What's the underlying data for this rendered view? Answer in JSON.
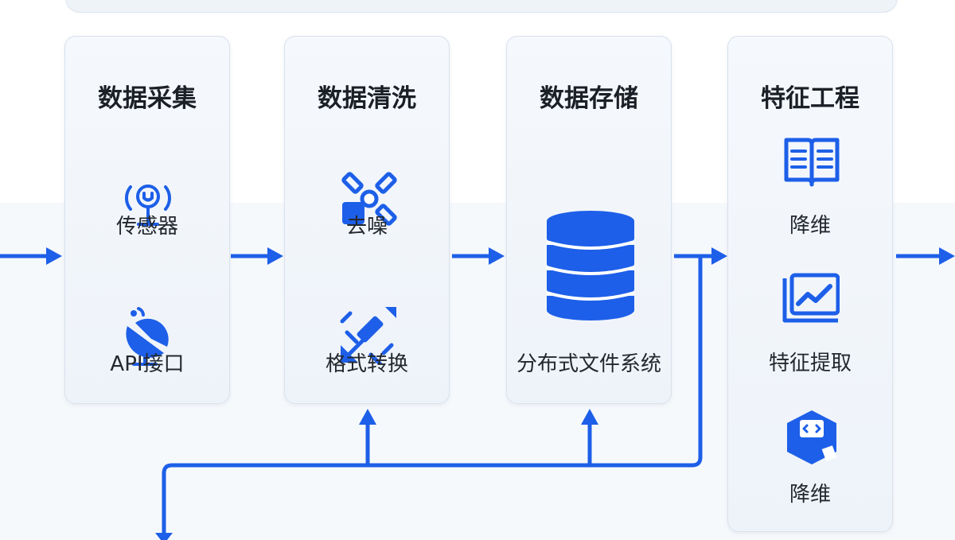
{
  "stages": [
    {
      "title": "数据采集",
      "items": [
        {
          "label": "传感器",
          "icon": "sensor-icon"
        },
        {
          "label": "API接口",
          "icon": "satellite-dish-icon"
        }
      ]
    },
    {
      "title": "数据清洗",
      "items": [
        {
          "label": "去噪",
          "icon": "satellite-icon"
        },
        {
          "label": "格式转换",
          "icon": "format-convert-icon"
        }
      ]
    },
    {
      "title": "数据存储",
      "items": [
        {
          "label": "分布式文件系统",
          "icon": "database-icon"
        }
      ]
    },
    {
      "title": "特征工程",
      "items": [
        {
          "label": "降维",
          "icon": "book-icon"
        },
        {
          "label": "特征提取",
          "icon": "line-chart-icon"
        },
        {
          "label": "降维",
          "icon": "code-box-icon"
        }
      ]
    }
  ],
  "colors": {
    "accent": "#1d5fe8",
    "card_bg": "#f2f6fb",
    "card_border": "#d8e1ec",
    "text": "#1b1f26"
  }
}
